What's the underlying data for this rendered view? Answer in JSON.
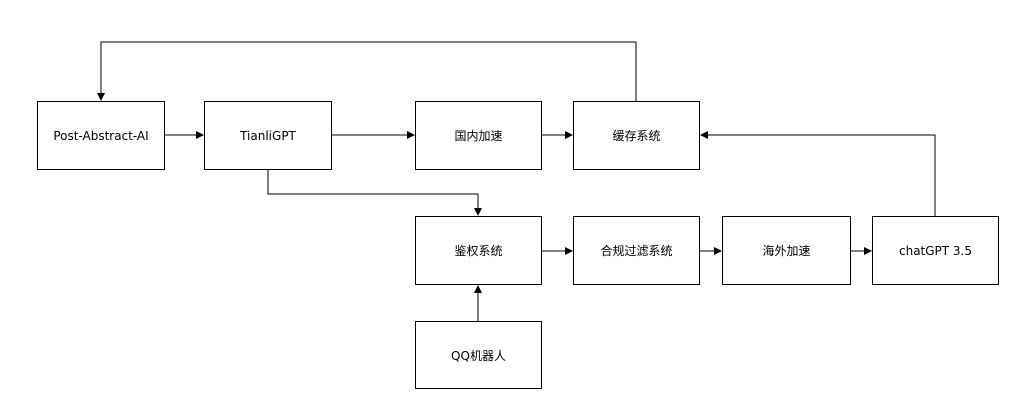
{
  "nodes": {
    "post_abstract_ai": "Post-Abstract-AI",
    "tianligpt": "TianliGPT",
    "guonei_jiasu": "国内加速",
    "huancun_xitong": "缓存系统",
    "jianquan_xitong": "鉴权系统",
    "hegui_guolv_xitong": "合规过滤系统",
    "haiwai_jiasu": "海外加速",
    "chatgpt": "chatGPT 3.5",
    "qq_robot": "QQ机器人"
  },
  "edges": [
    {
      "from": "post_abstract_ai",
      "to": "tianligpt"
    },
    {
      "from": "tianligpt",
      "to": "guonei_jiasu"
    },
    {
      "from": "guonei_jiasu",
      "to": "huancun_xitong"
    },
    {
      "from": "huancun_xitong",
      "to": "post_abstract_ai"
    },
    {
      "from": "tianligpt",
      "to": "jianquan_xitong"
    },
    {
      "from": "qq_robot",
      "to": "jianquan_xitong"
    },
    {
      "from": "jianquan_xitong",
      "to": "hegui_guolv_xitong"
    },
    {
      "from": "hegui_guolv_xitong",
      "to": "haiwai_jiasu"
    },
    {
      "from": "haiwai_jiasu",
      "to": "chatgpt"
    },
    {
      "from": "chatgpt",
      "to": "huancun_xitong"
    }
  ],
  "colors": {
    "line": "#000000",
    "node_border": "#000000",
    "node_fill": "#ffffff",
    "text": "#000000"
  }
}
